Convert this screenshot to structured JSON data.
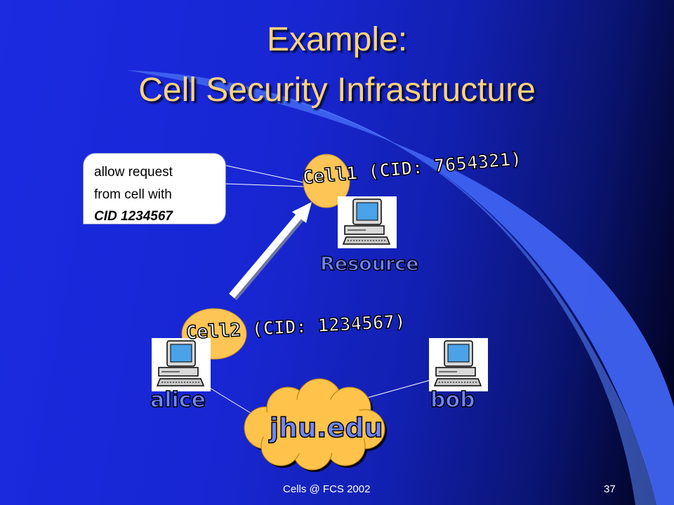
{
  "slide": {
    "title_line1": "Example:",
    "title_line2": "Cell Security Infrastructure",
    "callout": {
      "line1": "allow request",
      "line2": "from cell with",
      "line3": "CID 1234567"
    },
    "cell1_label": "Cell1 (CID: 7654321)",
    "cell2_label": "Cell2 (CID: 1234567)",
    "resource_label": "Resource",
    "alice_label": "alice",
    "bob_label": "bob",
    "domain_label": "jhu.edu",
    "footer_center": "Cells @ FCS 2002",
    "footer_page": "37"
  },
  "colors": {
    "title": "#ffd27a",
    "background": "#1a2be0",
    "ellipse_fill": "#fcc555",
    "label_fill": "#ffffff",
    "outline": "#000000",
    "cloud_fill": "#ffc24a",
    "arrow": "#ffffff"
  },
  "icons": [
    "computer-icon",
    "cloud-shape",
    "arrow-up-right"
  ]
}
